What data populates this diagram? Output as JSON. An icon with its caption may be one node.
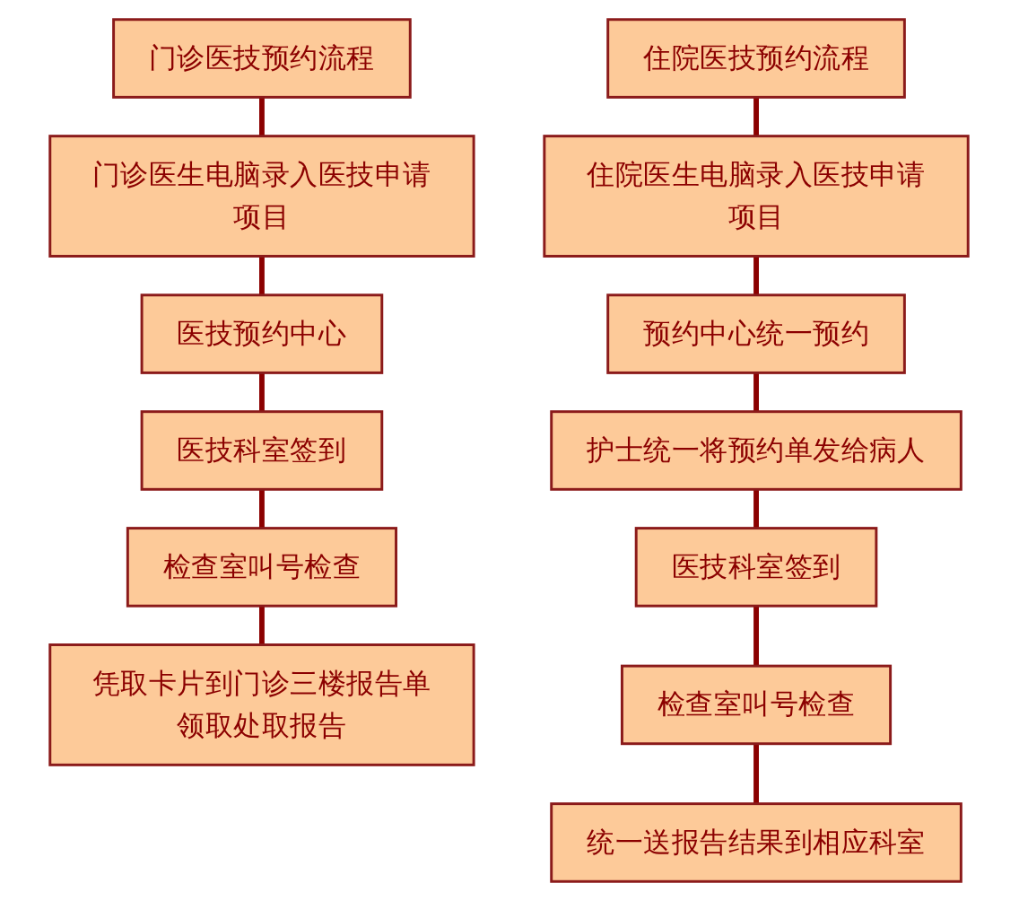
{
  "diagram": {
    "nodes": [
      {
        "text": [
          "门诊医技预约流程"
        ]
      },
      {
        "text": [
          "门诊医生电脑录入医技申请项目"
        ]
      },
      {
        "text": [
          "医技预约中心"
        ]
      },
      {
        "text": [
          "医技科室签到"
        ]
      },
      {
        "text": [
          "检查室叫号检查"
        ]
      },
      {
        "text": [
          "凭取卡片到门诊三楼报告单领取处取报告"
        ]
      },
      {
        "text": [
          "住院医技预约流程"
        ]
      },
      {
        "text": [
          "住院医生电脑录入医技申请项目"
        ]
      },
      {
        "text": [
          "预约中心统一预约"
        ]
      },
      {
        "text": [
          "护士统一将预约单发给病人"
        ]
      },
      {
        "text": [
          "医技科室签到"
        ]
      },
      {
        "text": [
          "检查室叫号检查"
        ]
      },
      {
        "text": [
          "统一送报告结果到相应科室"
        ]
      }
    ],
    "edges": [
      {
        "from": 0,
        "to": 1,
        "arrow": "none"
      },
      {
        "from": 1,
        "to": 2,
        "arrow": "none"
      },
      {
        "from": 2,
        "to": 3,
        "arrow": "none"
      },
      {
        "from": 3,
        "to": 4,
        "arrow": "none"
      },
      {
        "from": 4,
        "to": 5,
        "arrow": "none"
      },
      {
        "from": 6,
        "to": 7,
        "arrow": "none"
      },
      {
        "from": 7,
        "to": 8,
        "arrow": "none"
      },
      {
        "from": 8,
        "to": 9,
        "arrow": "none"
      },
      {
        "from": 9,
        "to": 10,
        "arrow": "none"
      },
      {
        "from": 10,
        "to": 11,
        "arrow": "none"
      },
      {
        "from": 11,
        "to": 12,
        "arrow": "none"
      }
    ]
  }
}
